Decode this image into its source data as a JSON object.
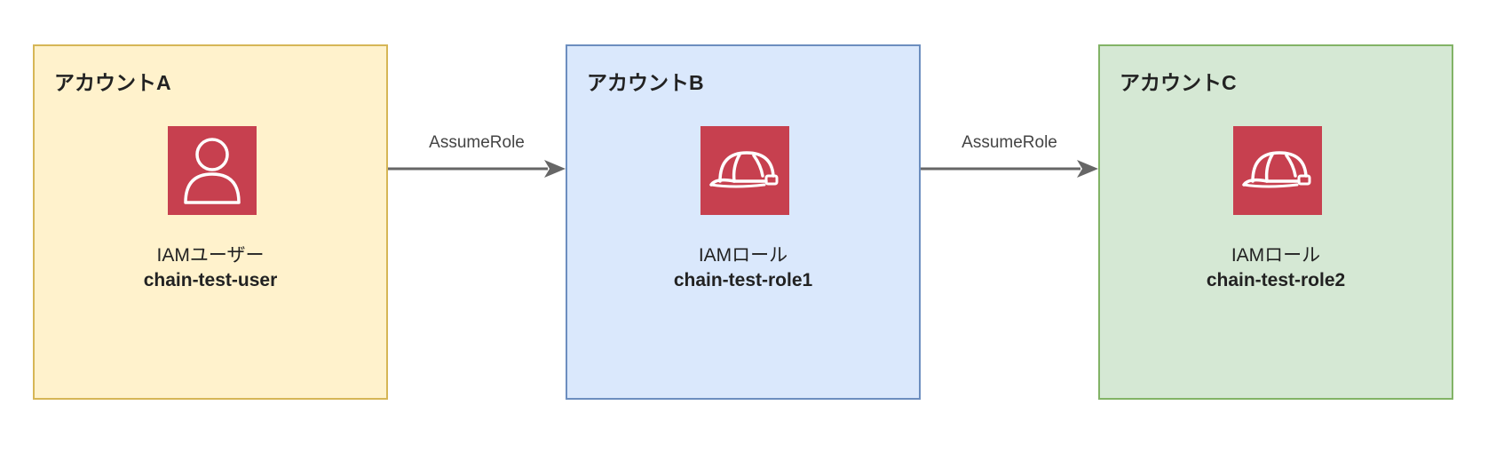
{
  "accounts": [
    {
      "title": "アカウントA",
      "icon": "user-icon",
      "kind": "IAMユーザー",
      "name": "chain-test-user"
    },
    {
      "title": "アカウントB",
      "icon": "hardhat-role-icon",
      "kind": "IAMロール",
      "name": "chain-test-role1"
    },
    {
      "title": "アカウントC",
      "icon": "hardhat-role-icon",
      "kind": "IAMロール",
      "name": "chain-test-role2"
    }
  ],
  "arrows": [
    {
      "label": "AssumeRole"
    },
    {
      "label": "AssumeRole"
    }
  ],
  "colors": {
    "account_a_fill": "#fff2cc",
    "account_a_border": "#d6b656",
    "account_b_fill": "#dae8fc",
    "account_b_border": "#6c8ebf",
    "account_c_fill": "#d5e8d4",
    "account_c_border": "#82b366",
    "icon_bg": "#c7404f",
    "arrow": "#666666"
  }
}
